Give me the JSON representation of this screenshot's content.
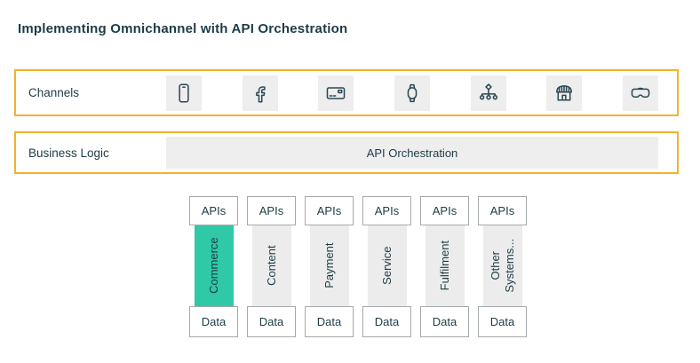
{
  "title": "Implementing Omnichannel with API Orchestration",
  "colors": {
    "accent_yellow": "#F3B229",
    "highlight_teal": "#2FC9A7",
    "dark_text": "#1E3B46",
    "panel_gray": "#EEEEEE",
    "bar_gray": "#ECECEC"
  },
  "channels_row": {
    "label": "Channels",
    "icons": [
      {
        "name": "smartphone-icon"
      },
      {
        "name": "facebook-icon"
      },
      {
        "name": "credit-card-icon"
      },
      {
        "name": "smartwatch-icon"
      },
      {
        "name": "sitemap-icon"
      },
      {
        "name": "storefront-icon"
      },
      {
        "name": "vr-headset-icon"
      }
    ]
  },
  "business_logic_row": {
    "label": "Business Logic",
    "bar_label": "API Orchestration"
  },
  "services": {
    "api_label": "APIs",
    "data_label": "Data",
    "columns": [
      {
        "name": "Commerce",
        "highlighted": true
      },
      {
        "name": "Content",
        "highlighted": false
      },
      {
        "name": "Payment",
        "highlighted": false
      },
      {
        "name": "Service",
        "highlighted": false
      },
      {
        "name": "Fulfilment",
        "highlighted": false
      },
      {
        "name": "Other Systems...",
        "highlighted": false
      }
    ]
  }
}
